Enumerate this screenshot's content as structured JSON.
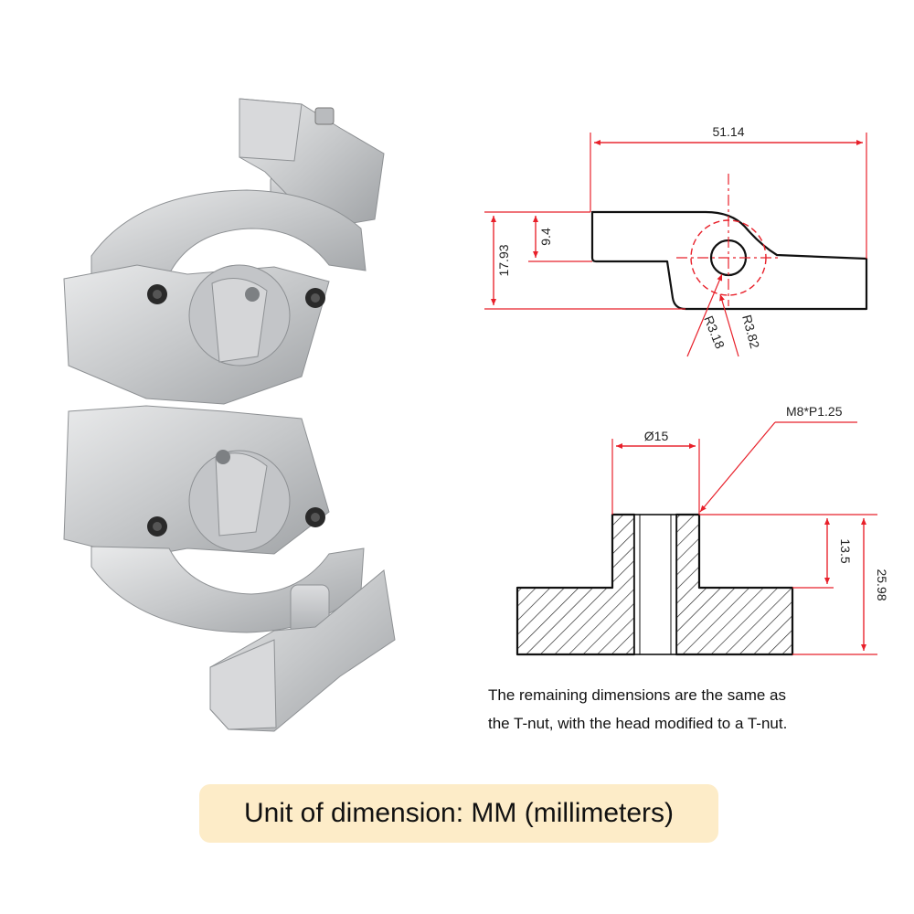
{
  "top_drawing": {
    "width_label": "51.14",
    "height_inner_label": "9.4",
    "height_total_label": "17.93",
    "radius_small_label": "R3.18",
    "radius_large_label": "R3.82"
  },
  "bottom_drawing": {
    "thread_label": "M8*P1.25",
    "diameter_label": "Ø15",
    "head_height_label": "13.5",
    "total_height_label": "25.98"
  },
  "note": {
    "line1": "The remaining dimensions are the same as",
    "line2": "the T-nut, with the head modified to a T-nut."
  },
  "unit_banner": "Unit of dimension:  MM (millimeters)",
  "colors": {
    "dimension": "#e8202a",
    "outline": "#111111",
    "metal": "#c9cbcd",
    "banner": "#fdecc8"
  }
}
